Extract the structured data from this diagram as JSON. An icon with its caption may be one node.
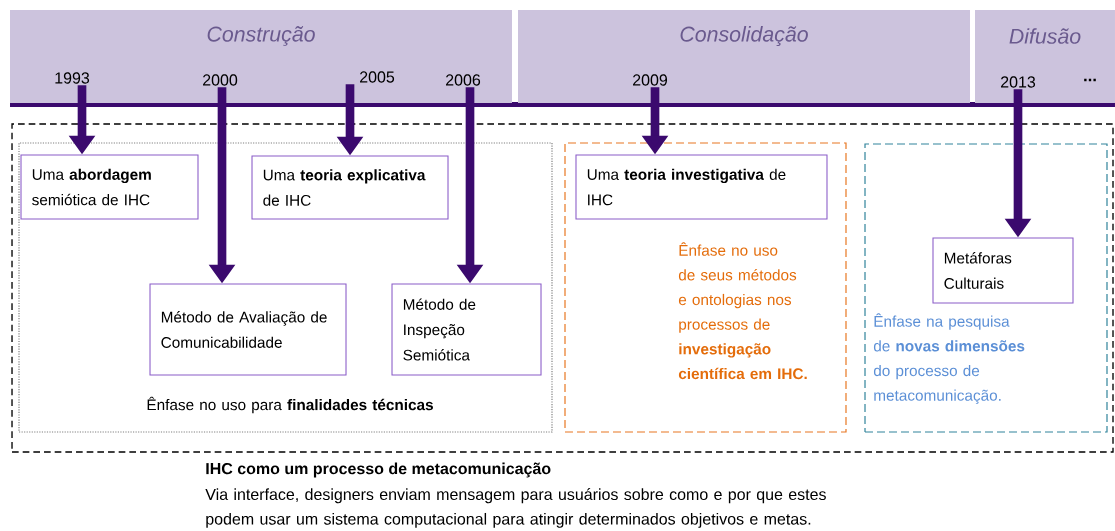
{
  "diagram": {
    "nodes": [
      {
        "text": [
          "Construção"
        ]
      },
      {
        "text": [
          "1993"
        ],
        "in": 0
      },
      {
        "text": [
          "2000"
        ],
        "in": 0
      },
      {
        "text": [
          "2005"
        ],
        "in": 0
      },
      {
        "text": [
          "2006"
        ],
        "in": 0
      },
      {
        "text": [
          "Consolidação"
        ]
      },
      {
        "text": [
          "2009"
        ],
        "in": 5
      },
      {
        "text": [
          "Difusão"
        ]
      },
      {
        "text": [
          "2013"
        ],
        "in": 7
      },
      {
        "text": [],
        "shape": "box"
      },
      {
        "text": [
          "Ênfase no uso para **finalidades técnicas**"
        ],
        "in": 9
      },
      {
        "text": [
          "Uma **abordagem** semiótica de IHC"
        ],
        "in": 10
      },
      {
        "text": [
          "Uma **teoria explicativa** de IHC"
        ],
        "in": 10
      },
      {
        "text": [
          "Método de Avaliação de Comunicabilidade"
        ],
        "in": 10
      },
      {
        "text": [
          "Método de Inspeção Semiótica"
        ],
        "in": 10
      },
      {
        "text": [
          "Ênfase no uso de seus métodos e ontologias nos processos de **investigação científica em IHC.**"
        ],
        "in": 9
      },
      {
        "text": [
          "Uma **teoria investigativa** de IHC"
        ],
        "in": 15
      },
      {
        "text": [
          "Ênfase na pesquisa de **novas dimensões** do processo de metacomunicação."
        ],
        "in": 9
      },
      {
        "text": [
          "Metáforas Culturais"
        ],
        "in": 17
      }
    ],
    "edges": [
      {
        "from": 1,
        "to": 11,
        "arrow": "to"
      },
      {
        "from": 2,
        "to": 13,
        "arrow": "to"
      },
      {
        "from": 3,
        "to": 12,
        "arrow": "to"
      },
      {
        "from": 4,
        "to": 14,
        "arrow": "to"
      },
      {
        "from": 6,
        "to": 16,
        "arrow": "to"
      },
      {
        "from": 8,
        "to": 18,
        "arrow": "to"
      }
    ],
    "labels": [
      "...",
      "IHC como um processo de metacomunicação",
      "Via interface, designers enviam mensagem para usuários sobre como e por que estes podem usar um sistema computacional para atingir determinados objetivos e metas."
    ]
  }
}
